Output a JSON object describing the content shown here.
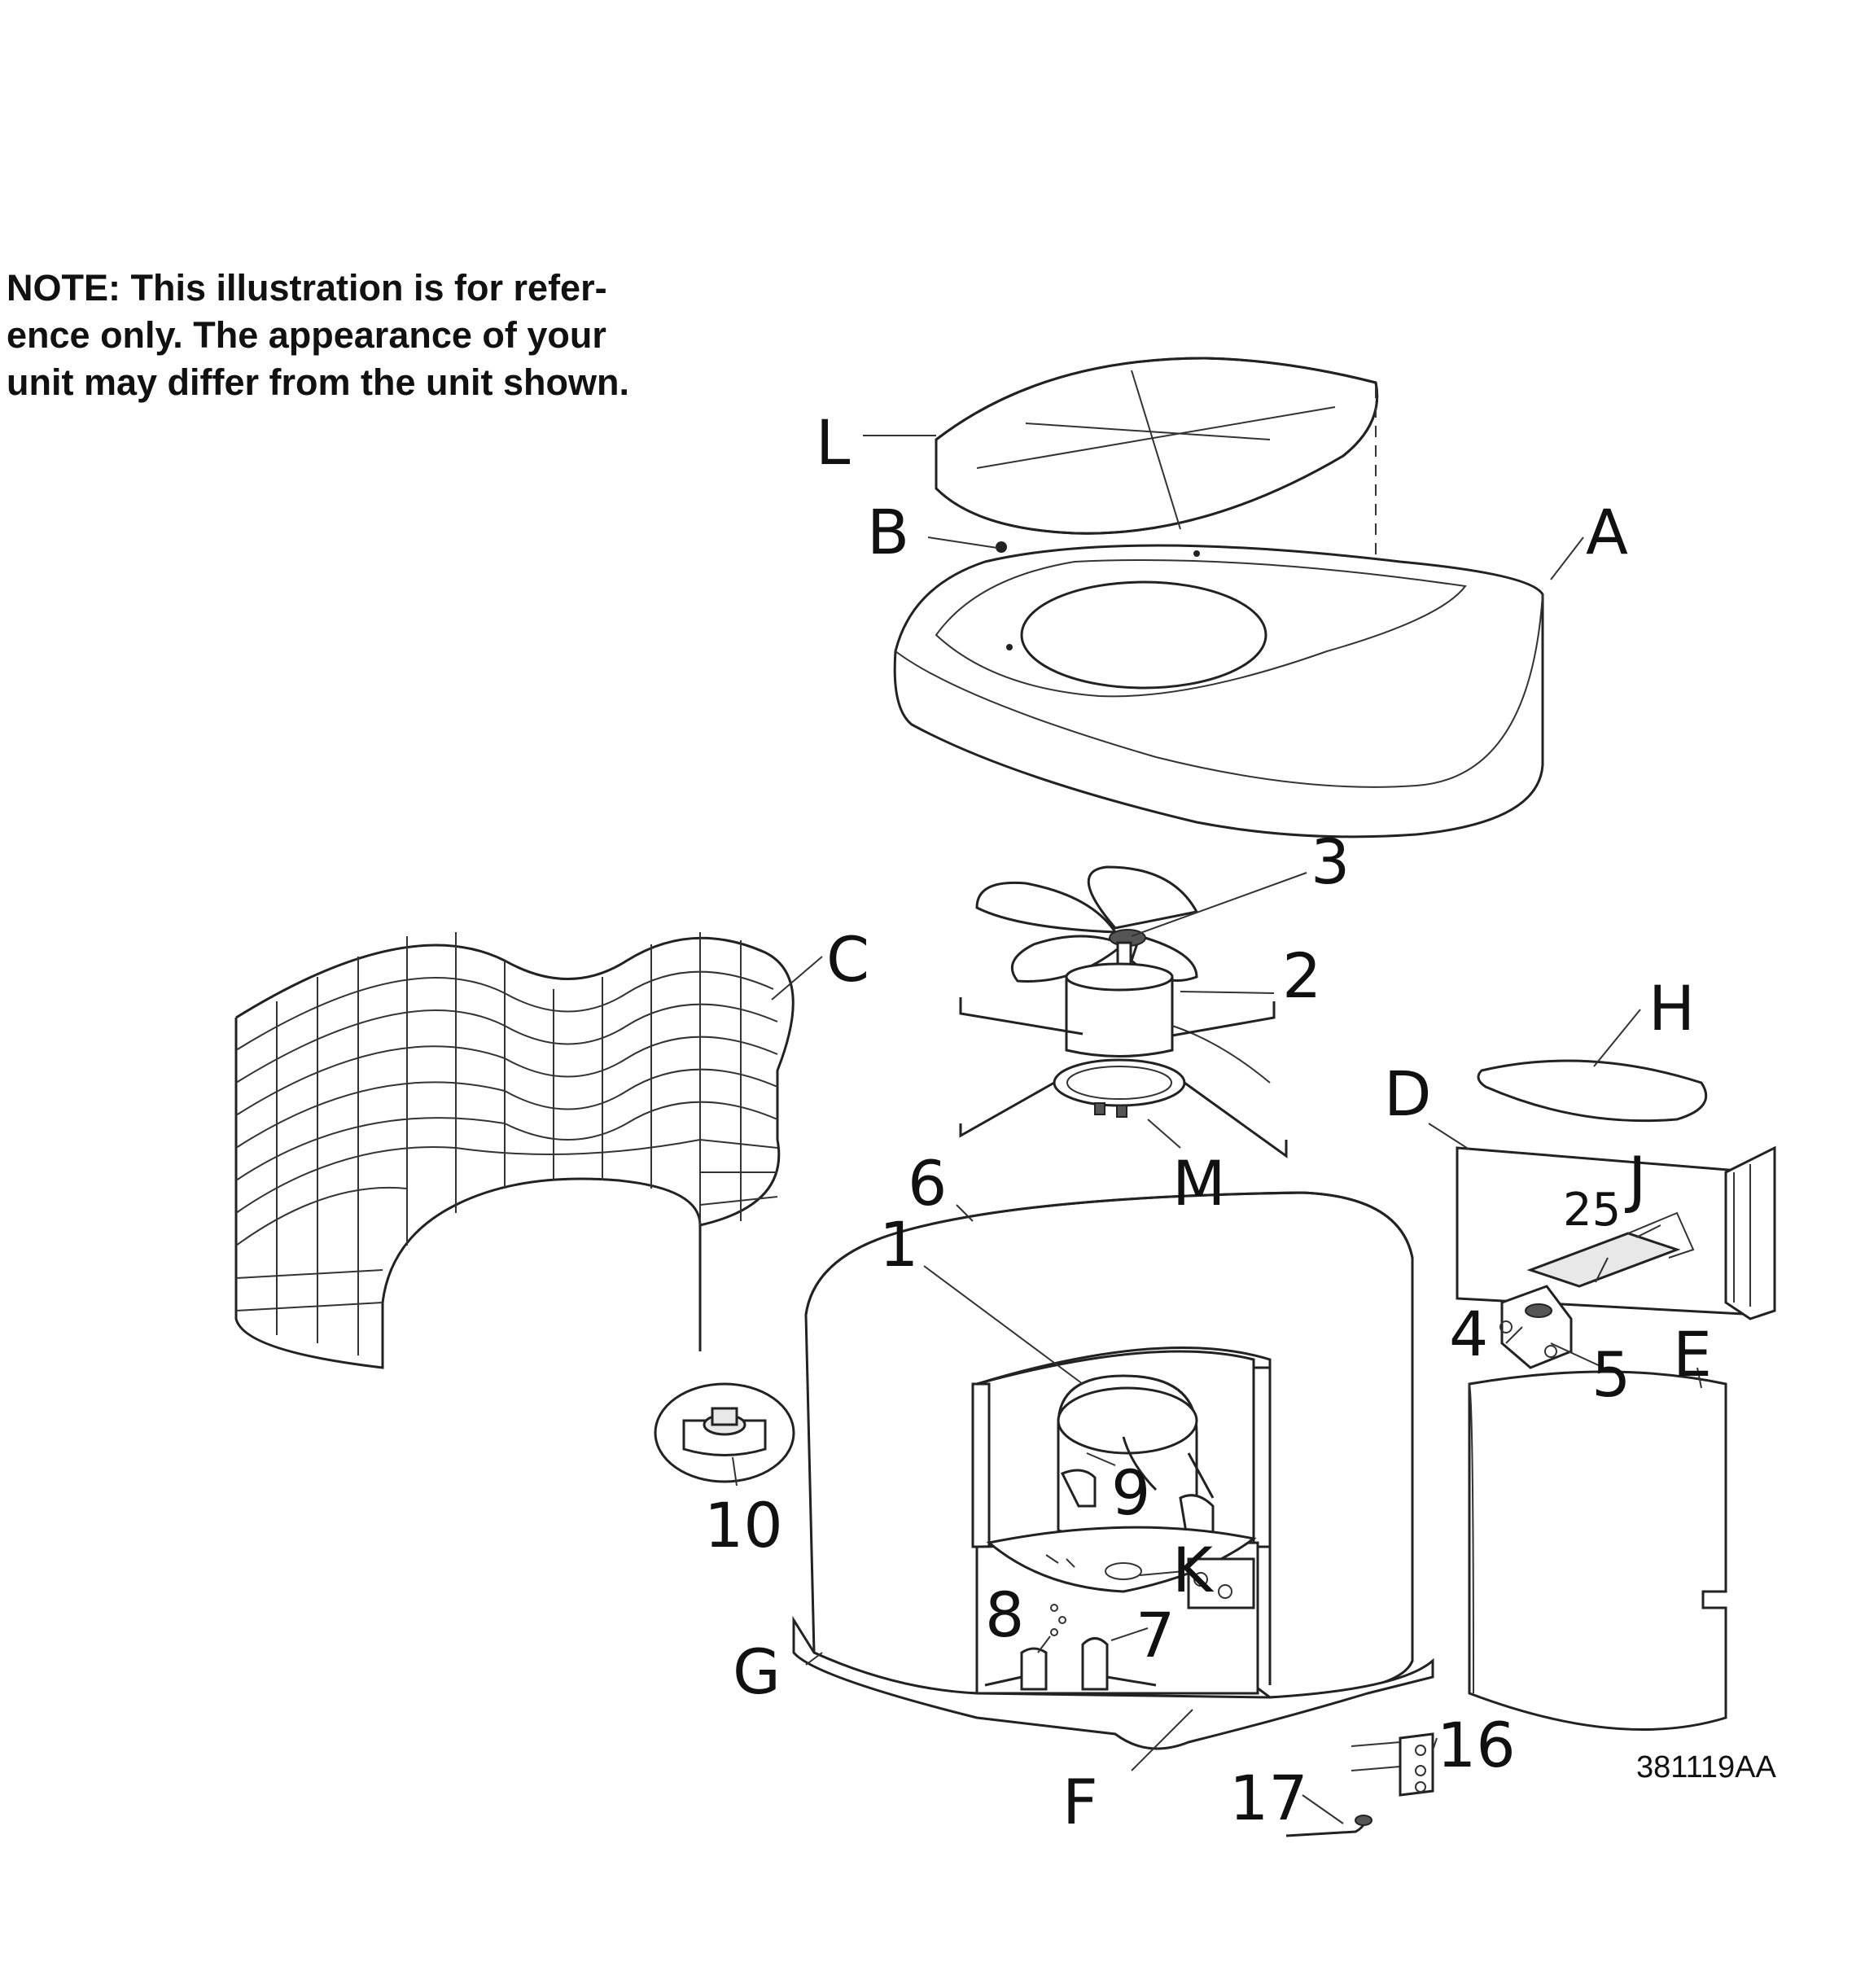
{
  "note": {
    "line1": "NOTE: This illustration is for  refer-",
    "line2": "ence only. The appearance of your",
    "line3": "unit may differ from the unit shown."
  },
  "drawing_code": "381119AA",
  "callouts": {
    "L": "L",
    "B": "B",
    "A": "A",
    "three": "3",
    "C": "C",
    "two": "2",
    "H": "H",
    "D": "D",
    "M": "M",
    "six": "6",
    "one": "1",
    "twentyfive": "25",
    "J": "J",
    "four": "4",
    "five": "5",
    "E": "E",
    "ten": "10",
    "nine": "9",
    "K": "K",
    "eight": "8",
    "seven": "7",
    "G": "G",
    "F": "F",
    "sixteen": "16",
    "seventeen": "17"
  }
}
